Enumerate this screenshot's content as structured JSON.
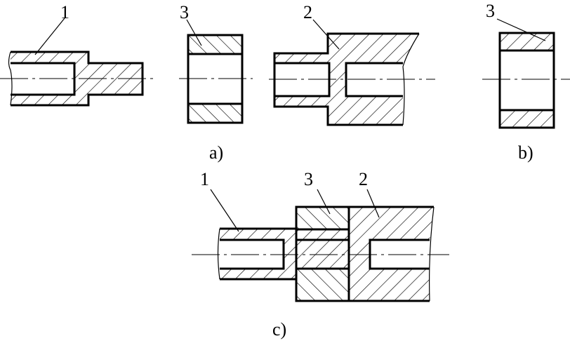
{
  "figure": {
    "part_labels": {
      "a_part1": "1",
      "a_part3": "3",
      "a_part2": "2",
      "b_part3": "3",
      "c_part1": "1",
      "c_part3": "3",
      "c_part2": "2"
    },
    "captions": {
      "a": "a)",
      "b": "b)",
      "c": "c)"
    }
  }
}
